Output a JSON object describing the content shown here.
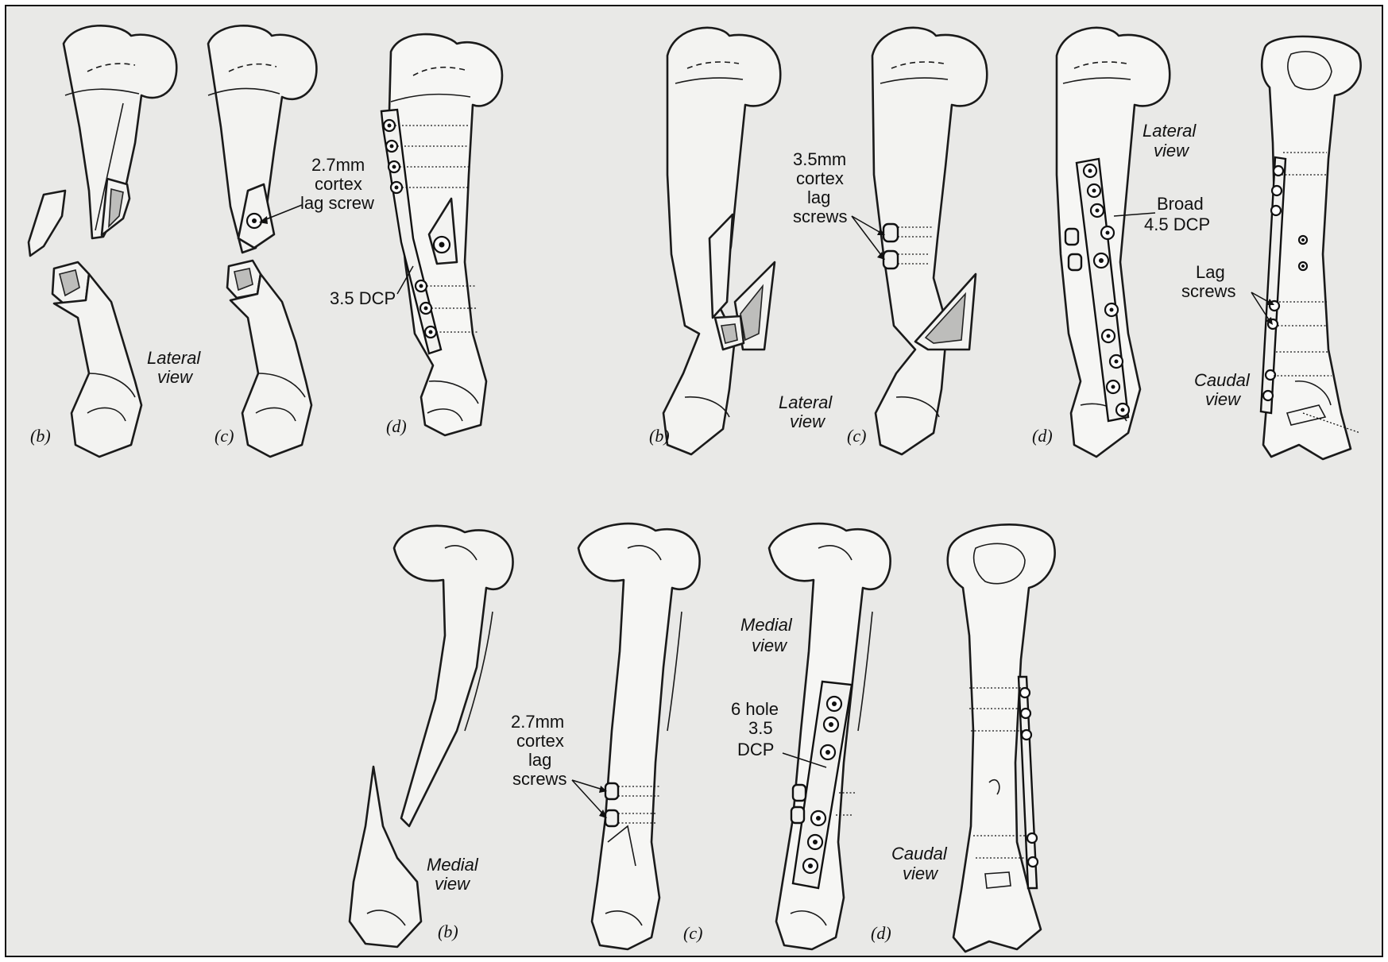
{
  "panels": {
    "top_left": {
      "view_label": [
        "Lateral",
        "view"
      ],
      "plate_label": "3.5 DCP",
      "screw_label": [
        "2.7mm",
        "cortex",
        "lag screw"
      ],
      "sub_b": "(b)",
      "sub_c": "(c)",
      "sub_d": "(d)"
    },
    "top_right": {
      "view_label": [
        "Lateral",
        "view"
      ],
      "screw_label": [
        "3.5mm",
        "cortex",
        "lag",
        "screws"
      ],
      "view_label_d": [
        "Lateral",
        "view"
      ],
      "plate_label": [
        "Broad",
        "4.5 DCP"
      ],
      "lag_label": [
        "Lag",
        "screws"
      ],
      "caudal_label": [
        "Caudal",
        "view"
      ],
      "sub_b": "(b)",
      "sub_c": "(c)",
      "sub_d": "(d)"
    },
    "bottom": {
      "view_label": [
        "Medial",
        "view"
      ],
      "screw_label": [
        "2.7mm",
        "cortex",
        "lag",
        "screws"
      ],
      "view_label_d": [
        "Medial",
        "view"
      ],
      "plate_label": [
        "6 hole",
        "3.5",
        "DCP"
      ],
      "caudal_label": [
        "Caudal",
        "view"
      ],
      "sub_b": "(b)",
      "sub_c": "(c)",
      "sub_d": "(d)"
    }
  }
}
